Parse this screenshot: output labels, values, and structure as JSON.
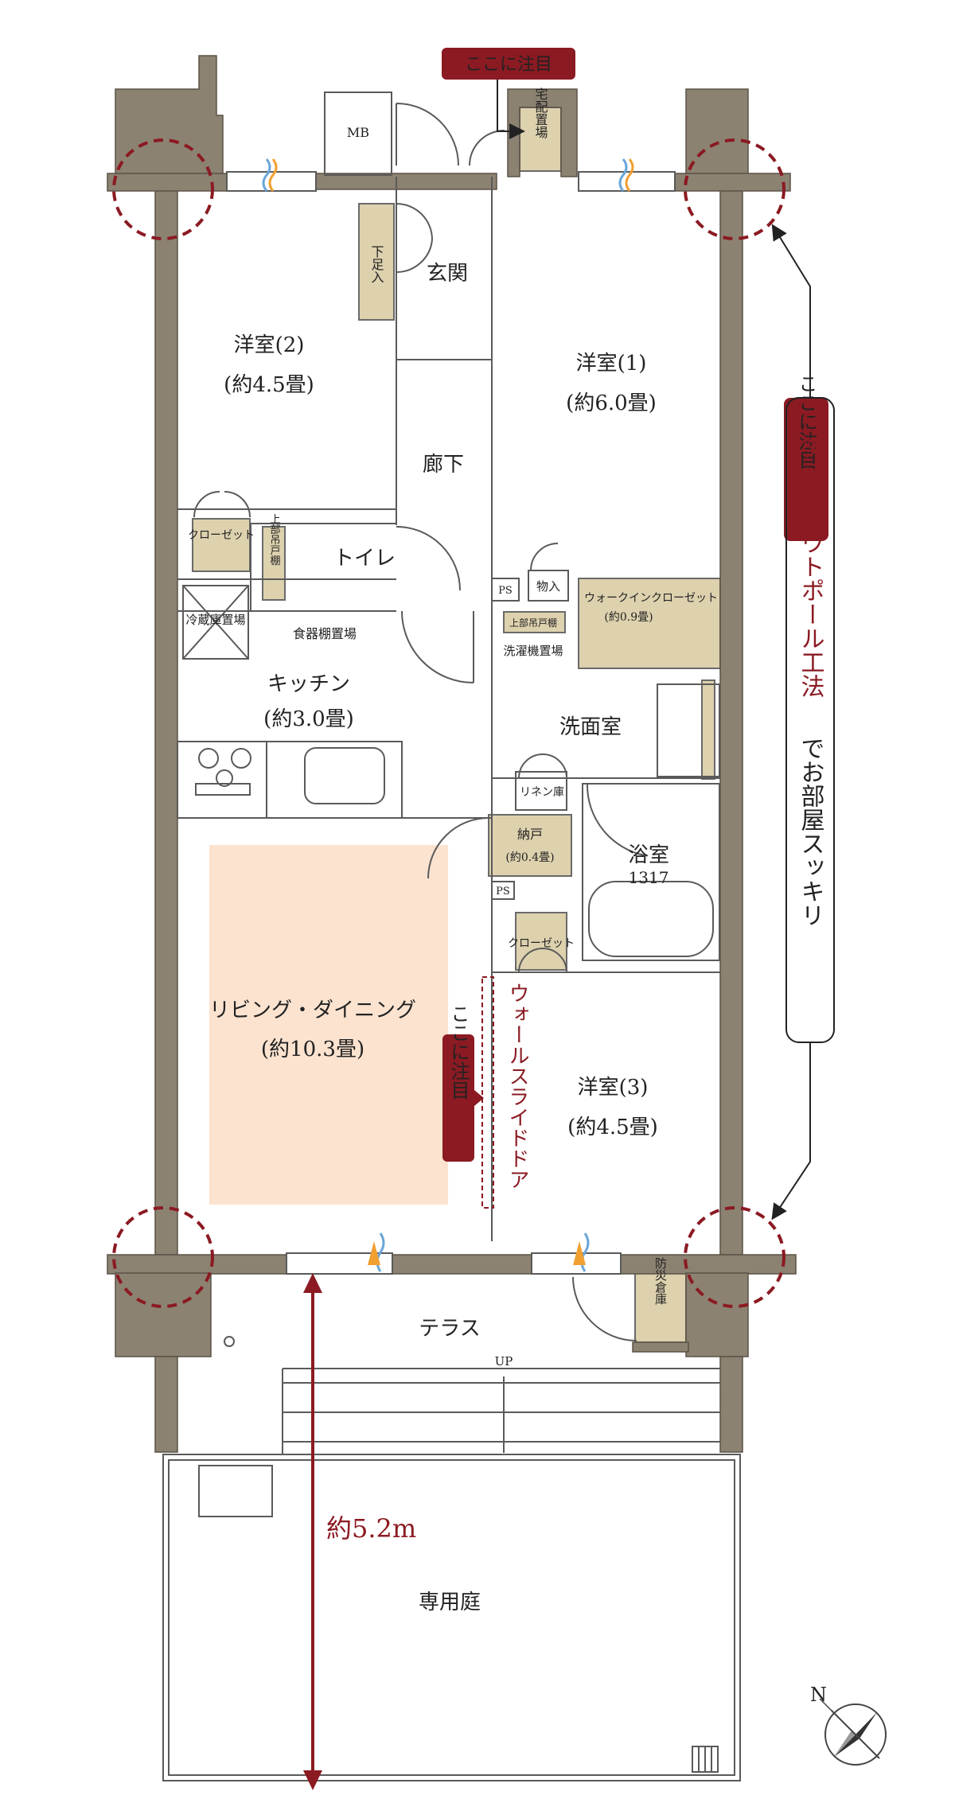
{
  "badges": {
    "top": "ここに注目",
    "right": "ここに注目",
    "center": "ここに注目"
  },
  "rooms": {
    "western2_name": "洋室(2)",
    "western2_size": "(約4.5畳)",
    "western1_name": "洋室(1)",
    "western1_size": "(約6.0畳)",
    "western3_name": "洋室(3)",
    "western3_size": "(約4.5畳)",
    "entrance": "玄関",
    "corridor": "廊下",
    "toilet": "トイレ",
    "kitchen_name": "キッチン",
    "kitchen_size": "(約3.0畳)",
    "living_name": "リビング・ダイニング",
    "living_size": "(約10.3畳)",
    "washroom": "洗面室",
    "bath_name": "浴室",
    "bath_size": "1317",
    "terrace": "テラス",
    "garden": "専用庭"
  },
  "fixtures": {
    "mb": "MB",
    "delivery_box": "宅配置場",
    "shoe_box": "下足入",
    "closet": "クローゼット",
    "upper_cabinet": "上部吊戸棚",
    "fridge": "冷蔵庫置場",
    "dish_shelf": "食器棚置場",
    "ps": "PS",
    "storage": "物入",
    "walkin_name": "ウォークインクローゼット",
    "walkin_size": "(約0.9畳)",
    "washer": "洗濯機置場",
    "linen": "リネン庫",
    "nando_name": "納戸",
    "nando_size": "(約0.4畳)",
    "disaster_storage": "防災倉庫",
    "up": "UP"
  },
  "annotations": {
    "double_outpole": "ダブルアウトポール工法",
    "double_outpole_suffix": "でお部屋スッキリ",
    "wall_slide_door": "ウォールスライドドア",
    "depth": "約5.2m",
    "compass": "N"
  },
  "colors": {
    "wall": "#8c8272",
    "accent": "#8b1a22",
    "furniture": "#ddd1ae",
    "living_highlight": "#fbe3d0",
    "line": "#5a5a5a"
  }
}
